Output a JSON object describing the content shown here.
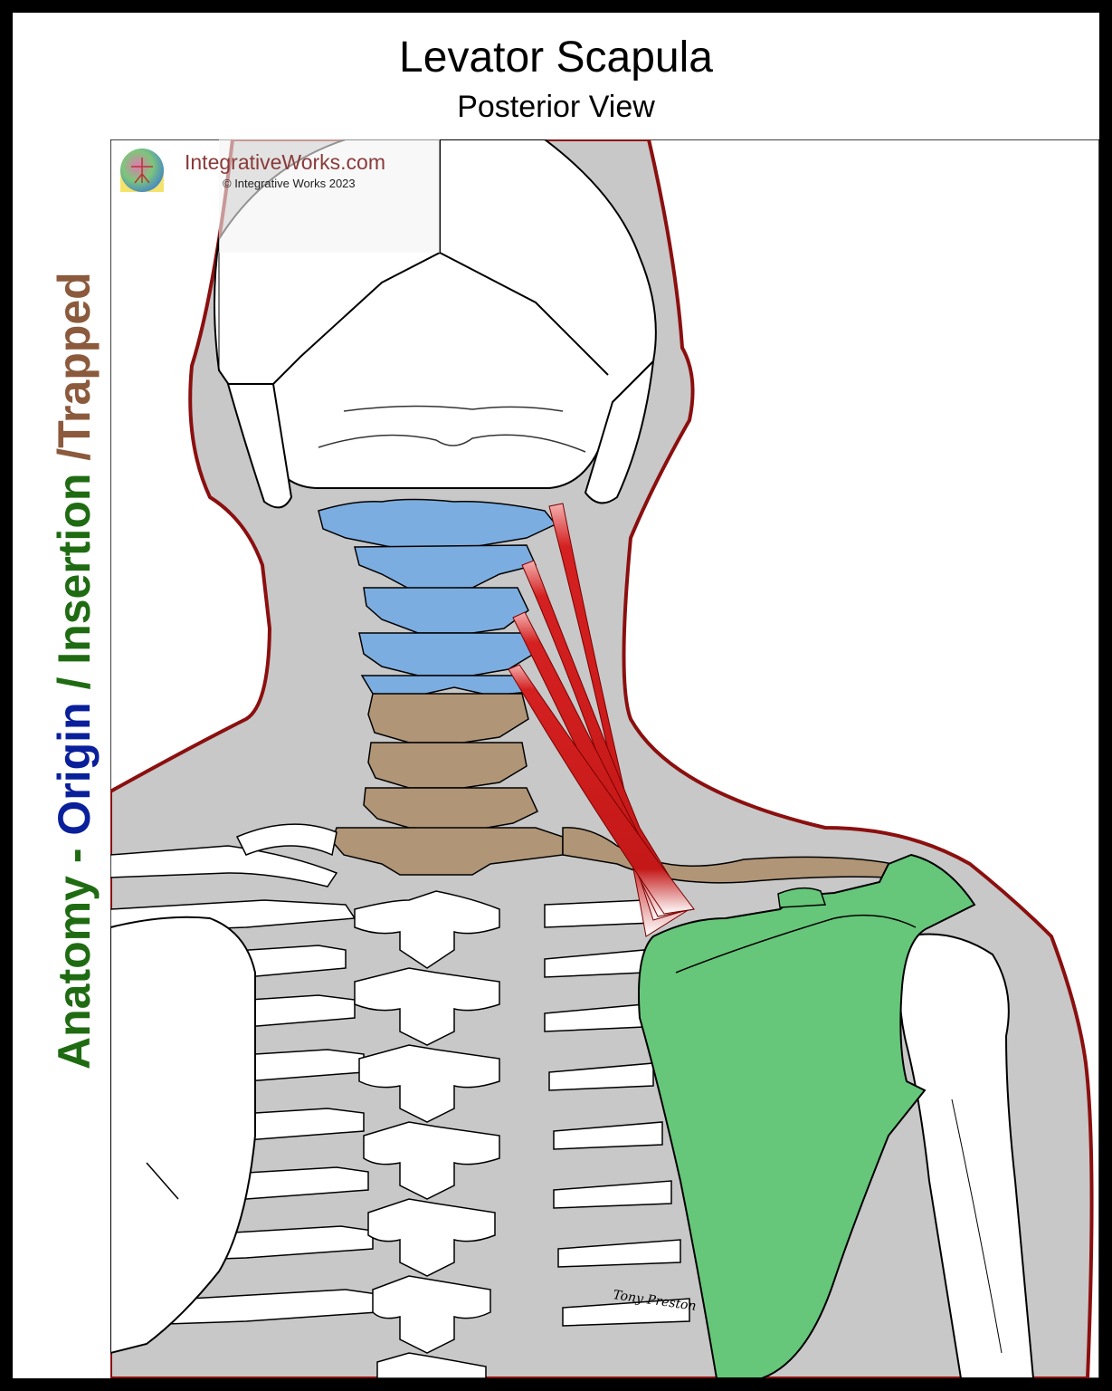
{
  "title": "Levator Scapula",
  "subtitle": "Posterior View",
  "side_label": {
    "anatomy": "Anatomy",
    "sep1": " - ",
    "origin": "Origin",
    "sep2": " / ",
    "insertion": "Insertion",
    "sep3": " /",
    "trapped": "Trapped"
  },
  "watermark": {
    "site": "IntegrativeWorks.com",
    "copyright": "© Integrative Works 2023"
  },
  "signature": "Tony Preston",
  "colors": {
    "anatomy": "#1f6b12",
    "origin": "#0a1f9a",
    "insertion": "#1f6b12",
    "trapped": "#8b5a3c",
    "origin_fill": "#7cade0",
    "insertion_fill": "#66c77a",
    "trapped_fill": "#b09577",
    "muscle": "#d42020",
    "body_outline": "#8b0f0f",
    "body_fill": "#c8c8c8"
  }
}
